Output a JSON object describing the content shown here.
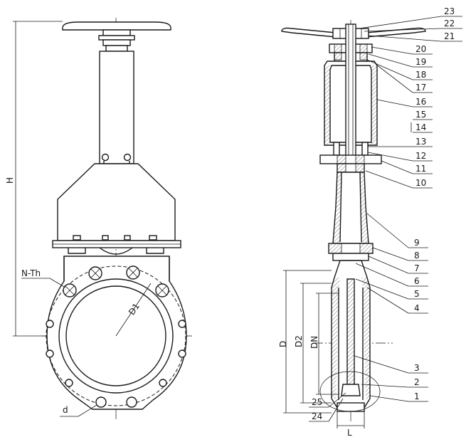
{
  "dimensions": {
    "H": "H",
    "N_Th": "N-Th",
    "D1": "D1",
    "d": "d",
    "D": "D",
    "D2": "D2",
    "DN": "DN",
    "L": "L"
  },
  "part_numbers": [
    "23",
    "22",
    "21",
    "20",
    "19",
    "18",
    "17",
    "16",
    "15",
    "14",
    "13",
    "12",
    "11",
    "10",
    "9",
    "8",
    "7",
    "6",
    "5",
    "4",
    "3",
    "2",
    "1",
    "25",
    "24"
  ]
}
